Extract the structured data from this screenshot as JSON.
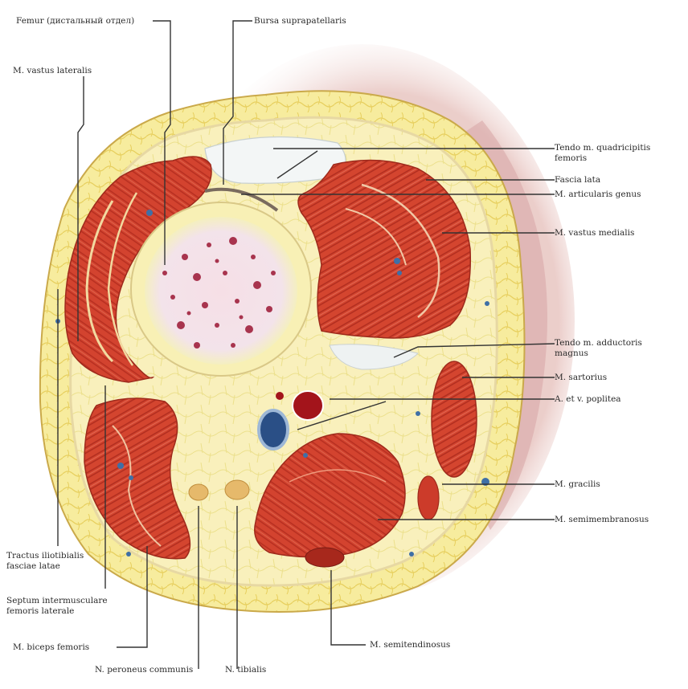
{
  "figure": {
    "labels": {
      "femur": "Femur (дистальный отдел)",
      "bursa": "Bursa suprapatellaris",
      "vastus_lateralis": "M. vastus lateralis",
      "tendo_quadriceps": "Tendo m. quadricipitis femoris",
      "fascia_lata": "Fascia lata",
      "articularis_genus": "M. articularis genus",
      "vastus_medialis": "M. vastus medialis",
      "tendo_adductor": "Tendo m. adductoris magnus",
      "sartorius": "M. sartorius",
      "poplitea": "A. et v. poplitea",
      "gracilis": "M. gracilis",
      "semimembranosus": "M. semimembranosus",
      "tractus": "Tractus iliotibialis fasciae latae",
      "septum": "Septum intermusculare femoris laterale",
      "biceps": "M. biceps femoris",
      "semitendinosus": "M. semitendinosus",
      "peroneus": "N. peroneus communis",
      "tibialis": "N. tibialis"
    }
  }
}
